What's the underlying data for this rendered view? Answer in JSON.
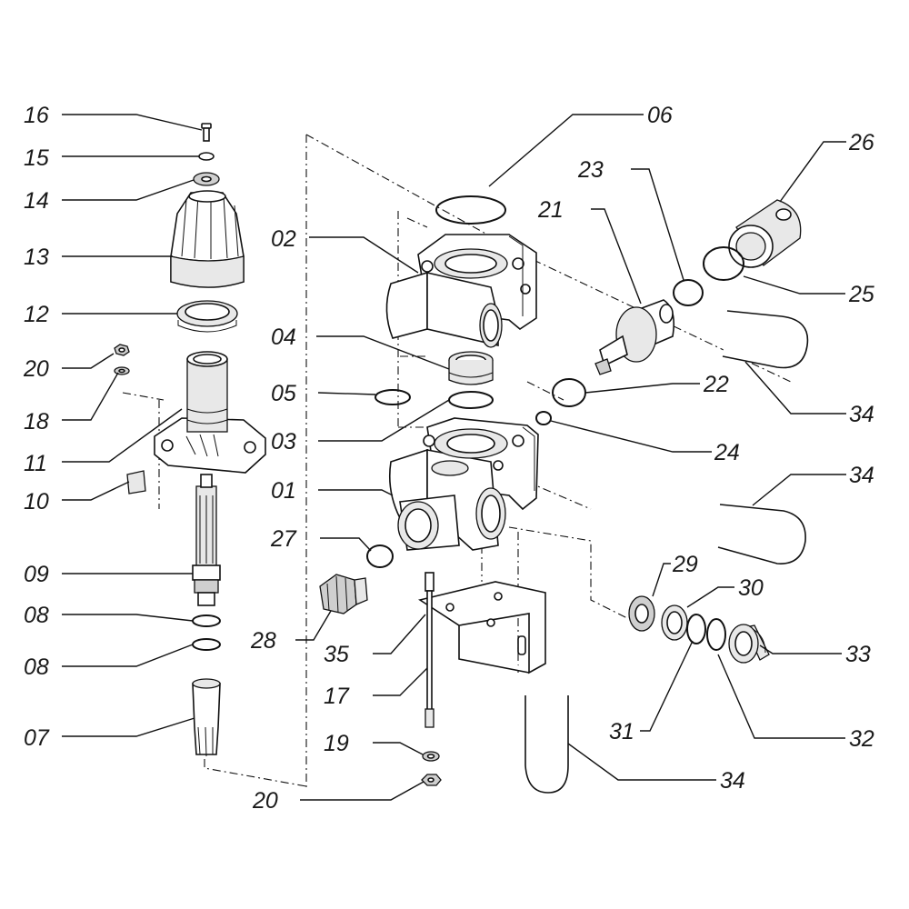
{
  "diagram": {
    "labels": {
      "p01": "01",
      "p02": "02",
      "p03": "03",
      "p04": "04",
      "p05": "05",
      "p06": "06",
      "p07": "07",
      "p08a": "08",
      "p08b": "08",
      "p09": "09",
      "p10": "10",
      "p11": "11",
      "p12": "12",
      "p13": "13",
      "p14": "14",
      "p15": "15",
      "p16": "16",
      "p17": "17",
      "p18": "18",
      "p19": "19",
      "p20a": "20",
      "p20b": "20",
      "p21": "21",
      "p22": "22",
      "p23": "23",
      "p24": "24",
      "p25": "25",
      "p26": "26",
      "p27": "27",
      "p28": "28",
      "p29": "29",
      "p30": "30",
      "p31": "31",
      "p32": "32",
      "p33": "33",
      "p34a": "34",
      "p34b": "34",
      "p34c": "34",
      "p35": "35"
    }
  }
}
